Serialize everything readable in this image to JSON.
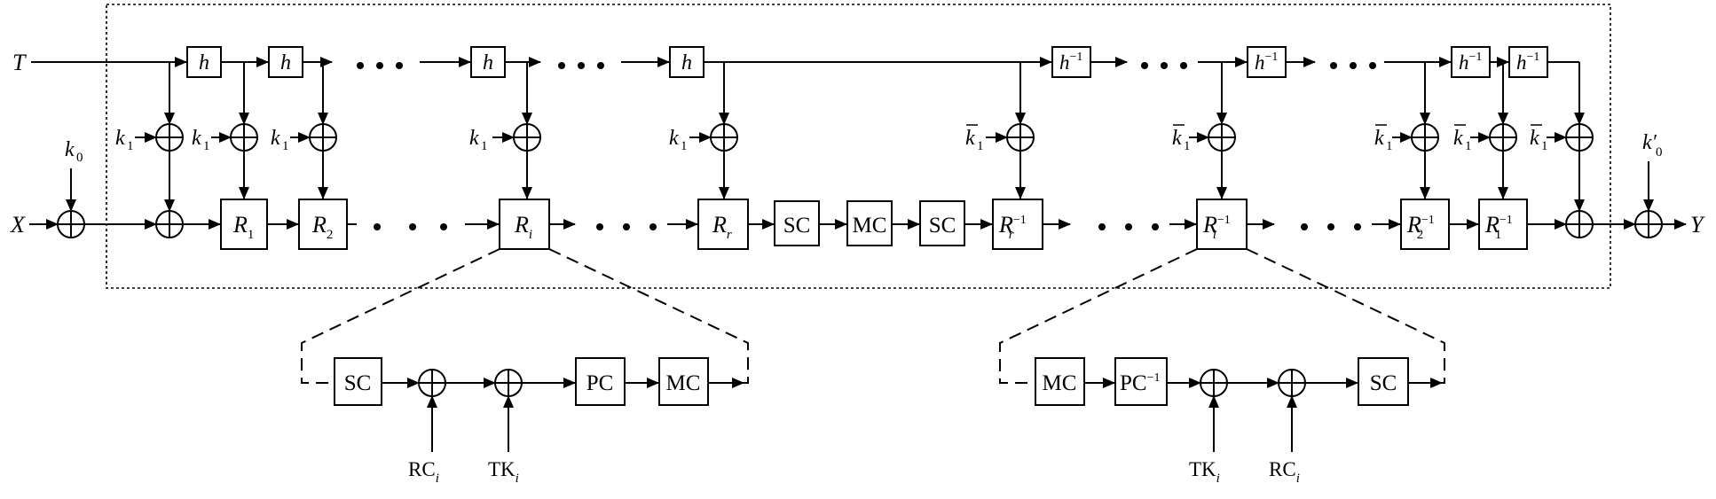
{
  "inputs": {
    "tweak": "T",
    "plaintext": "X",
    "ciphertext": "Y",
    "whitening_key_in": "k",
    "whitening_key_in_sub": "0",
    "whitening_key_out": "k′",
    "whitening_key_out_sub": "0"
  },
  "tweak_schedule": {
    "forward_label": "h",
    "inverse_label": "h",
    "inverse_sup": "−1"
  },
  "round_keys": {
    "k": "k",
    "sub": "1"
  },
  "rounds": {
    "R": "R",
    "sub_1": "1",
    "sub_2": "2",
    "sub_i": "i",
    "sub_r": "r",
    "inv_sup": "−1"
  },
  "middle": {
    "sc1": "SC",
    "mc": "MC",
    "sc2": "SC"
  },
  "forward_round_detail": {
    "ops": [
      "SC",
      "PC",
      "MC"
    ],
    "rc": "RC",
    "tk": "TK",
    "sub": "i"
  },
  "inverse_round_detail": {
    "ops": [
      "MC",
      "PC",
      "SC"
    ],
    "pc_sup": "−1",
    "rc": "RC",
    "tk": "TK",
    "sub": "i"
  }
}
